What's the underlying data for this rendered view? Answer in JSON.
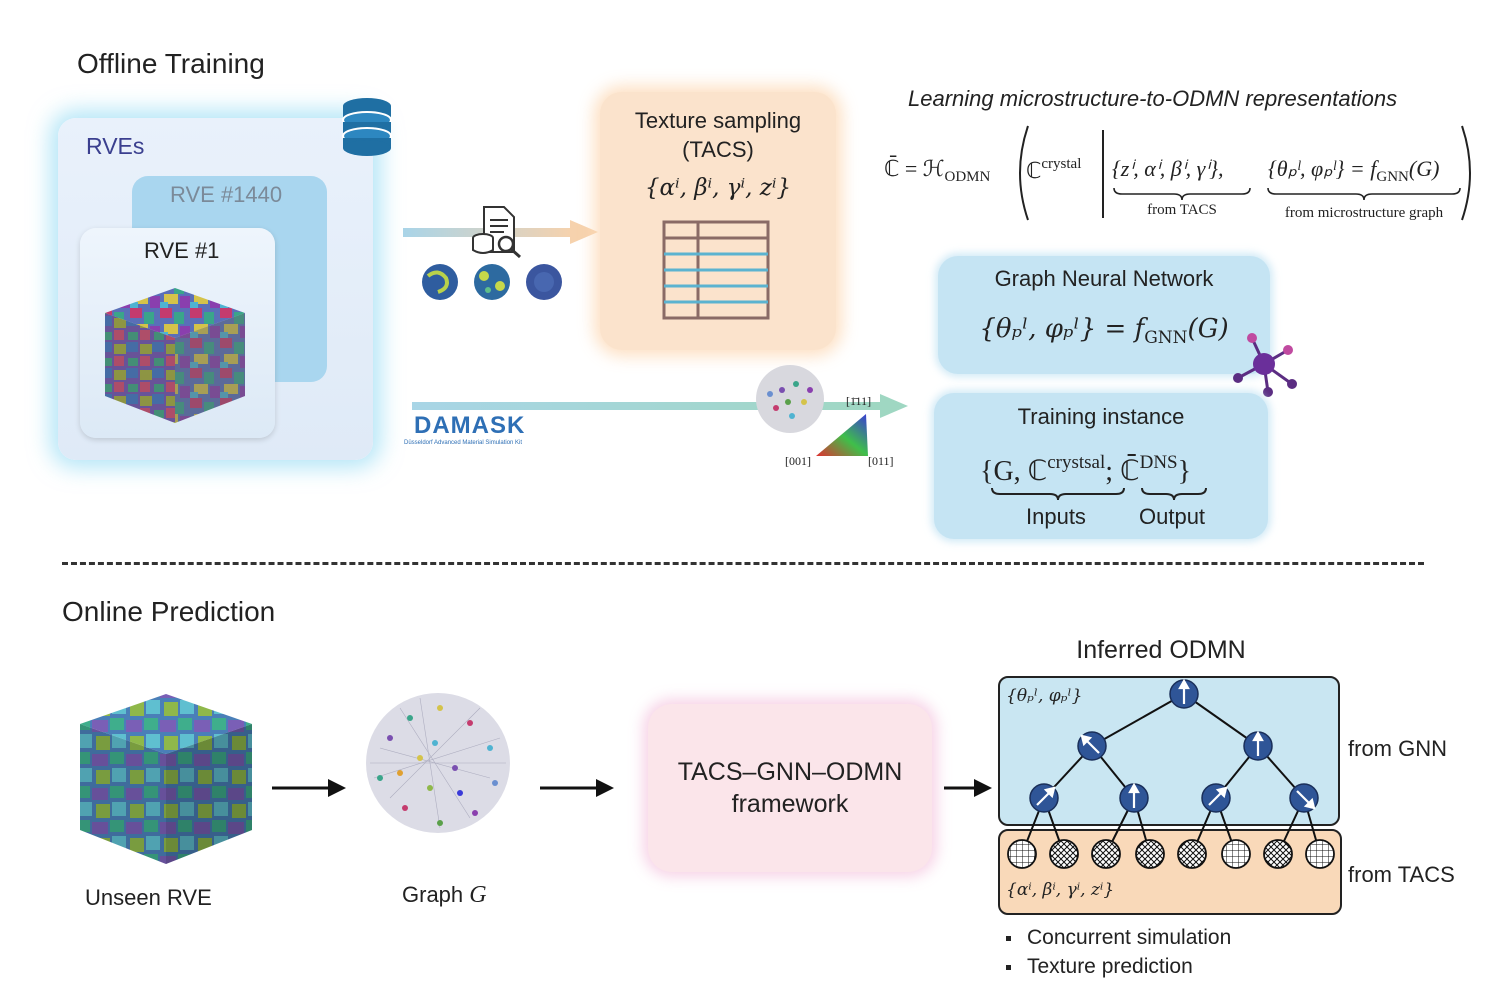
{
  "offline": {
    "title": "Offline Training",
    "rves_label": "RVEs",
    "rve_back_label": "RVE #1440",
    "rve_front_label": "RVE #1"
  },
  "texture": {
    "title_line1": "Texture sampling",
    "title_line2": "(TACS)",
    "formula": "{αⁱ, βⁱ, γⁱ, zⁱ}"
  },
  "learning": {
    "title": "Learning microstructure-to-ODMN representations",
    "lhs": "ℂ̄ = ℋ",
    "lhs_sub": "ODMN",
    "c_crystal": "ℂ",
    "c_crystal_sup": "crystal",
    "tacs_set": "{zⁱ, αⁱ, βⁱ, γⁱ},",
    "gnn_set": "{θₚˡ, φₚˡ} = f",
    "gnn_sub": "GNN",
    "gnn_arg": "(G)",
    "from_tacs": "from TACS",
    "from_graph": "from microstructure graph"
  },
  "gnn": {
    "title": "Graph Neural Network",
    "formula": "{θₚˡ, φₚˡ} = f",
    "formula_sub": "GNN",
    "formula_arg": "(G)"
  },
  "training": {
    "title": "Training instance",
    "open": "{G, ℂ",
    "sup1": "crystsal",
    "mid": "; ℂ̄",
    "sup2": "DNS",
    "close": "}",
    "inputs": "Inputs",
    "output": "Output"
  },
  "damask": {
    "logo": "DAMASK",
    "subtitle": "Düsseldorf Advanced Material Simulation Kit"
  },
  "ipf": {
    "top": "[1̄11]",
    "left": "[001]",
    "right": "[011]"
  },
  "online": {
    "title": "Online Prediction",
    "unseen_label": "Unseen RVE",
    "graph_label": "Graph",
    "graph_symbol": "G",
    "framework_line1": "TACS–GNN–ODMN",
    "framework_line2": "framework"
  },
  "odmn": {
    "title": "Inferred ODMN",
    "gnn_params": "{θₚˡ, φₚˡ}",
    "tacs_params": "{αⁱ, βⁱ, γⁱ, zⁱ}",
    "from_gnn": "from GNN",
    "from_tacs": "from TACS",
    "bullets": [
      "Concurrent simulation",
      "Texture prediction"
    ]
  },
  "colors": {
    "node_blue": "#2f5597",
    "tex_orange": "#fbe3cc",
    "gnn_blue": "#c5e4f3",
    "framework_pink": "#fbe5ea",
    "damask_blue": "#2e6fb5",
    "purple": "#5b2d82"
  }
}
